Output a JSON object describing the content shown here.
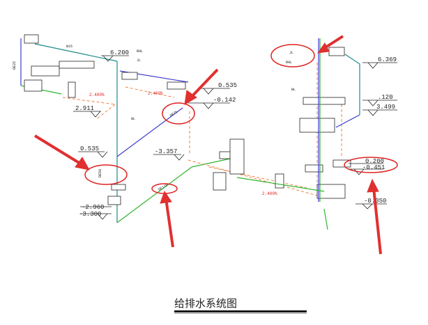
{
  "title": "给排水系统图",
  "pipe_labels": {
    "rhl_left": "RHL",
    "jl_left": "JL",
    "wl_left": "WL",
    "jl_right": "JL",
    "rhl_right": "RHL",
    "wl_right": "WL"
  },
  "elevations": {
    "left_top": "6.200",
    "left_mid1": "2.911",
    "left_mid2": "0.535",
    "center_a": "0.535",
    "center_b": "-0.142",
    "center_c": "-3.357",
    "bottom_a": "-2.960",
    "bottom_b": "-3.300",
    "right_top": "6.369",
    "right_mid1": ".120",
    "right_mid2": "3.499",
    "right_low1": "0.200",
    "right_low2": "-0.451",
    "right_bottom": "-0.350"
  },
  "slopes": {
    "s1": "2.400%",
    "s2": "2.400%",
    "s3": "2.400%"
  },
  "diameters": {
    "w15": "W15",
    "de25": "DE25",
    "de50": "DE50",
    "de110": "DE110",
    "de75": "DE75"
  },
  "colors": {
    "cold": "#2db52d",
    "hot": "#3c3cd0",
    "drain": "#f08040",
    "highlight": "#e02020",
    "mark": "#e03030"
  }
}
